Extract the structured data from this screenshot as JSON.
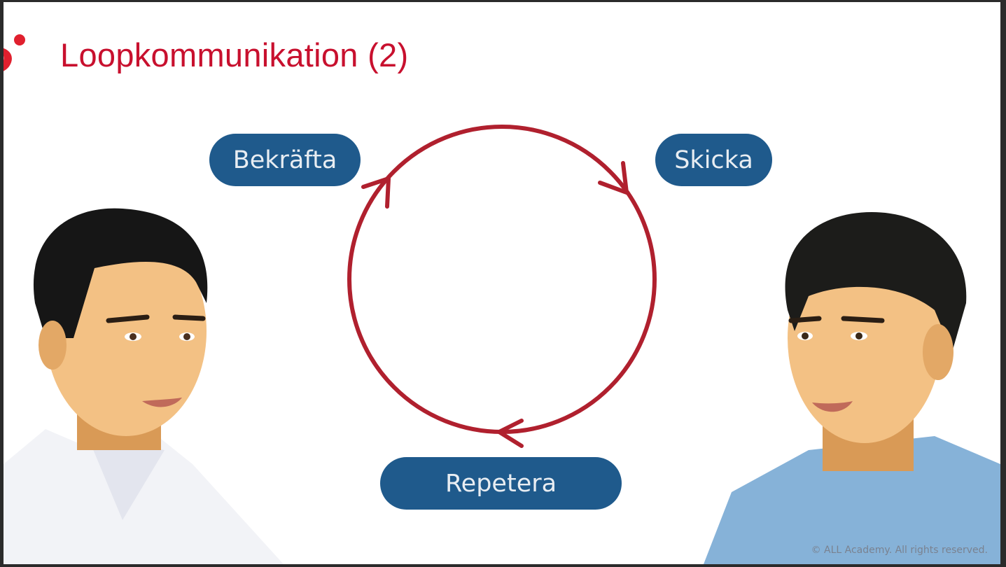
{
  "slide": {
    "title": "Loopkommunikation (2)",
    "steps": [
      {
        "label": "Bekräfta"
      },
      {
        "label": "Skicka"
      },
      {
        "label": "Repetera"
      }
    ],
    "footer": "© ALL Academy.  All rights reserved."
  },
  "colors": {
    "title": "#c8102e",
    "pill": "#1f5a8c",
    "cycle": "#b0202e",
    "frame": "#2b2b2b"
  }
}
